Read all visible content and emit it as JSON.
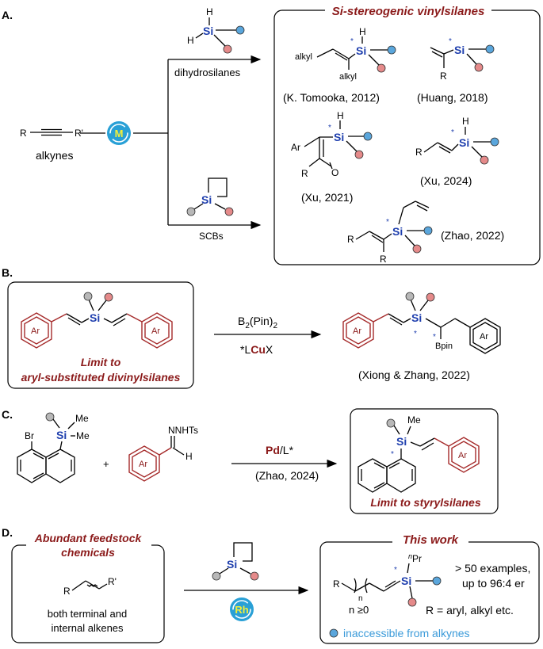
{
  "sections": {
    "a": "A.",
    "b": "B.",
    "c": "C.",
    "d": "D."
  },
  "colors": {
    "si": "#1f3fae",
    "accent_red": "#8b1a1a",
    "blue_ball": "#5aa6dc",
    "red_ball": "#e58a8a",
    "grey_ball": "#b8b8b8",
    "metal": "#29a0d6",
    "metal_label": "#f2ee3a"
  },
  "A": {
    "box_title": "Si-stereogenic vinylsilanes",
    "alkyne_R": "R",
    "alkyne_R2": "R'",
    "alkynes_label": "alkynes",
    "metal": "M",
    "reagent_top_label": "dihydrosilanes",
    "reagent_bottom_label": "SCBs",
    "H": "H",
    "Si": "Si",
    "alkyl": "alkyl",
    "R": "R",
    "Ar": "Ar",
    "O": "O",
    "star": "*",
    "refs": [
      "(K. Tomooka, 2012)",
      "(Huang, 2018)",
      "(Xu, 2021)",
      "(Xu, 2024)",
      "(Zhao, 2022)"
    ]
  },
  "B": {
    "limit_line1": "Limit to",
    "limit_line2": "aryl-substituted divinylsilanes",
    "reagent_B": "B",
    "reagent_sub2": "2",
    "reagent_pin": "(Pin)",
    "cat_pre": "*L",
    "cat_metal": "Cu",
    "cat_post": "X",
    "bpin": "Bpin",
    "ref": "(Xiong & Zhang, 2022)"
  },
  "C": {
    "Br": "Br",
    "Me": "Me",
    "plus": "+",
    "hydrazone": "NNHTs",
    "H": "H",
    "cat_metal": "Pd",
    "cat_post": "/L*",
    "ref": "(Zhao, 2024)",
    "limit": "Limit to styrylsilanes"
  },
  "D": {
    "left_title_1": "Abundant feedstock",
    "left_title_2": "chemicals",
    "R": "R",
    "R2": "R'",
    "left_desc_1": "both terminal and",
    "left_desc_2": "internal alkenes",
    "metal": "Rh",
    "right_title": "This work",
    "nPr_sup": "n",
    "nPr": "Pr",
    "n_sub": "n",
    "n_cond": "n ≥0",
    "examples": "> 50 examples,",
    "er": "up to 96:4 er",
    "r_scope": "R = aryl, alkyl etc.",
    "inaccessible": "inaccessible from alkynes"
  }
}
